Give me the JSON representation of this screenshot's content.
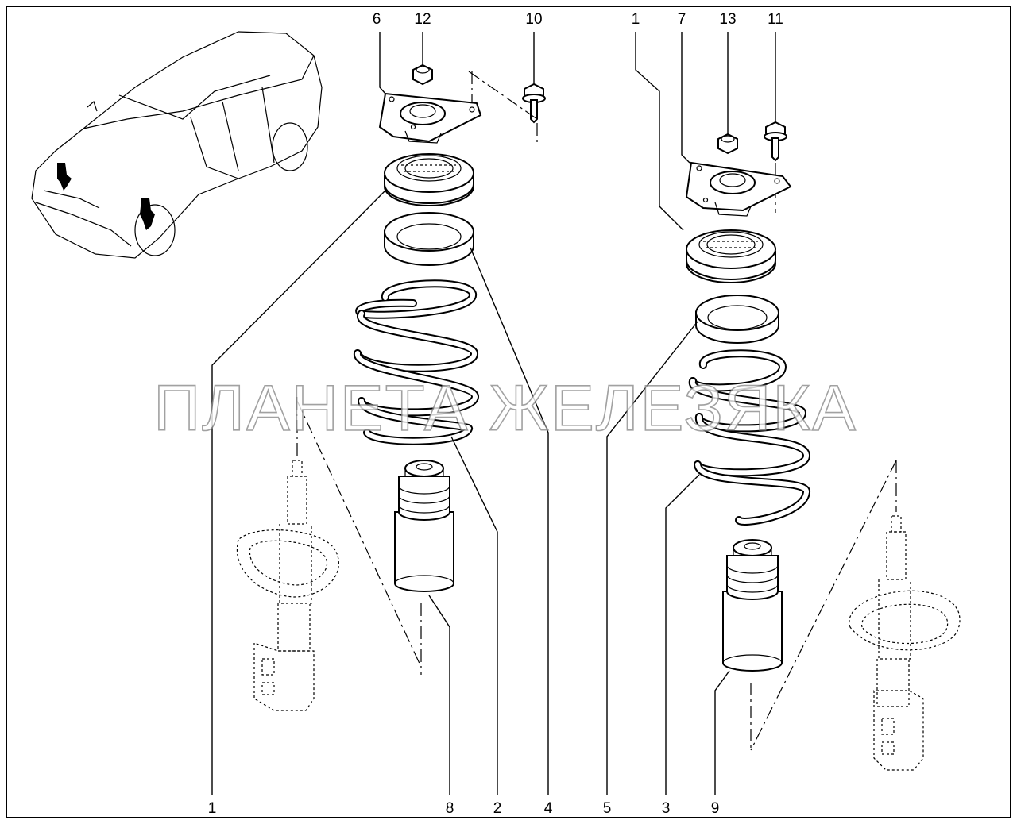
{
  "watermark": "ПЛАНЕТА ЖЕЛЕЗЯКА",
  "callouts": {
    "top": {
      "c6": "6",
      "c12": "12",
      "c10": "10",
      "c1": "1",
      "c7": "7",
      "c13": "13",
      "c11": "11"
    },
    "bottom": {
      "c1": "1",
      "c8": "8",
      "c2": "2",
      "c4": "4",
      "c5": "5",
      "c3": "3",
      "c9": "9"
    }
  },
  "icons": {
    "vehicle": "sedan-locator-icon",
    "strut": "shock-absorber-strut"
  }
}
